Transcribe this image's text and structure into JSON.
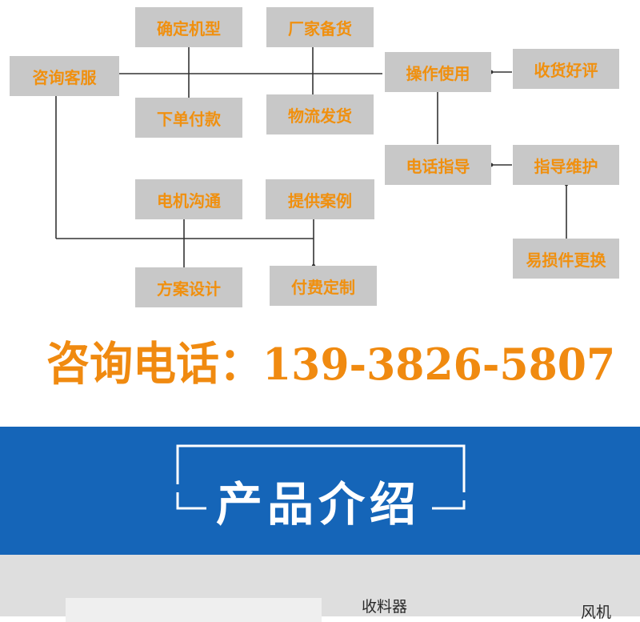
{
  "flow": {
    "consult": "咨询客服",
    "confirm_model": "确定机型",
    "place_order": "下单付款",
    "factory_stock": "厂家备货",
    "logistics": "物流发货",
    "operation": "操作使用",
    "receive_review": "收货好评",
    "phone_guide": "电话指导",
    "guide_maintain": "指导维护",
    "parts_replace": "易损件更换",
    "motor_comm": "电机沟通",
    "provide_cases": "提供案例",
    "solution_design": "方案设计",
    "paid_custom": "付费定制"
  },
  "hotline": {
    "label": "咨询电话：",
    "number": "139-3826-5807"
  },
  "banner": {
    "title": "产品介绍"
  },
  "strip": {
    "label_1": "收料器",
    "label_2": "风机"
  },
  "colors": {
    "box_bg": "#c8c8c8",
    "box_text": "#f0900f",
    "line": "#333333",
    "banner_bg": "#1565b8"
  }
}
